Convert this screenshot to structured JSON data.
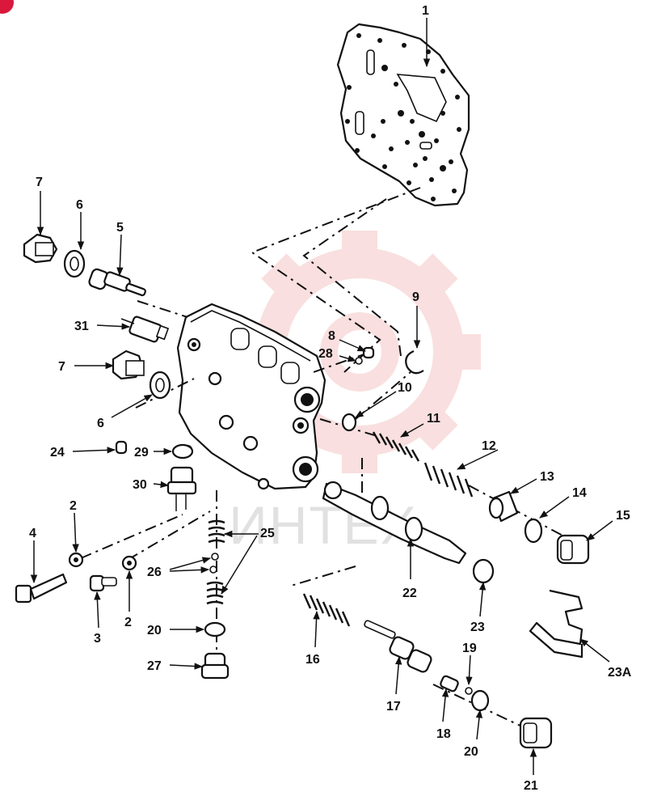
{
  "watermark": {
    "text": "ИНТЕХ",
    "color": "#f3b9b9"
  },
  "badge": {
    "color": "#d9183b"
  },
  "callouts": {
    "n1": "1",
    "n2a": "2",
    "n2b": "2",
    "n3": "3",
    "n4": "4",
    "n5": "5",
    "n6a": "6",
    "n6b": "6",
    "n7a": "7",
    "n7b": "7",
    "n8": "8",
    "n9": "9",
    "n10": "10",
    "n11": "11",
    "n12": "12",
    "n13": "13",
    "n14": "14",
    "n15": "15",
    "n16": "16",
    "n17": "17",
    "n18": "18",
    "n19": "19",
    "n20a": "20",
    "n20b": "20",
    "n21": "21",
    "n22": "22",
    "n23": "23",
    "n23a": "23A",
    "n24": "24",
    "n25": "25",
    "n26": "26",
    "n27": "27",
    "n28": "28",
    "n29": "29",
    "n30": "30",
    "n31": "31"
  }
}
